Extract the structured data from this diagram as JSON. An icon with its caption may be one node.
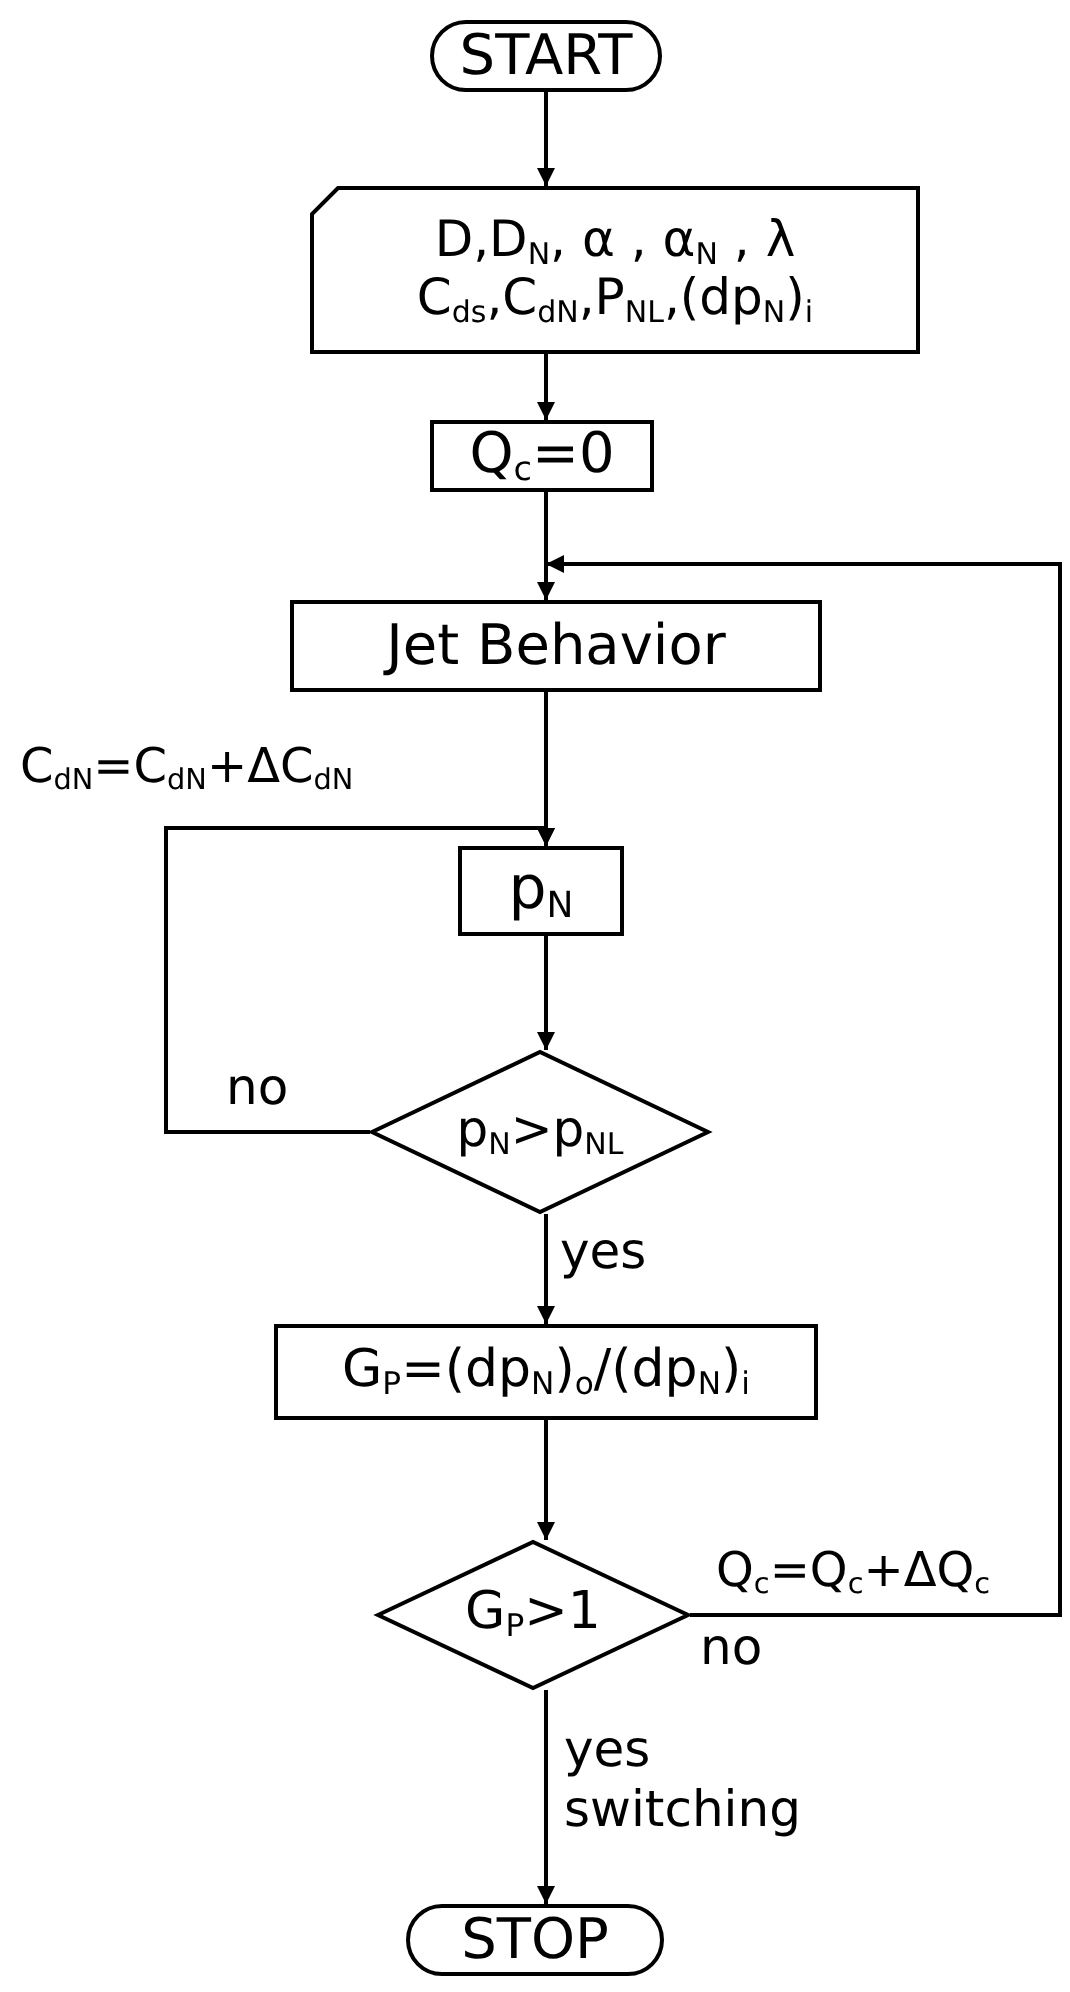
{
  "diagram": {
    "nodes": [
      {
        "text": [
          "START"
        ]
      },
      {
        "text": [
          "D,D$_{N}$, α , α$_{N}$ , λ",
          "C$_{ds}$,C$_{dN}$,P$_{NL}$,(dp$_{N}$)$_{i}$"
        ]
      },
      {
        "text": [
          "Q$_{c}$=0"
        ]
      },
      {
        "text": [
          "Jet Behavior"
        ]
      },
      {
        "text": [
          "p$_{N}$"
        ]
      },
      {
        "text": [
          "p$_{N}$>p$_{NL}$"
        ]
      },
      {
        "text": [
          "G$_{P}$=(dp$_{N}$)$_{o}$/(dp$_{N}$)$_{i}$"
        ]
      },
      {
        "text": [
          "G$_{P}$>1"
        ]
      },
      {
        "text": [
          "STOP"
        ]
      }
    ],
    "edges": [
      {
        "from": 0,
        "to": 1,
        "arrow": "to"
      },
      {
        "from": 1,
        "to": 2,
        "arrow": "to"
      },
      {
        "from": 2,
        "to": 3,
        "arrow": "to"
      },
      {
        "from": 3,
        "to": 4,
        "arrow": "to"
      },
      {
        "from": 4,
        "to": 5,
        "arrow": "to"
      },
      {
        "from": 5,
        "to": 6,
        "arrow": "to",
        "label": "yes"
      },
      {
        "from": 5,
        "to": 4,
        "arrow": "to",
        "label": "no"
      },
      {
        "from": 6,
        "to": 7,
        "arrow": "to"
      },
      {
        "from": 7,
        "to": 8,
        "arrow": "to",
        "label": "yes switching"
      },
      {
        "from": 7,
        "to": 3,
        "arrow": "to",
        "label": "no"
      }
    ],
    "labels": [
      "C$_{dN}$=C$_{dN}$+ΔC$_{dN}$",
      "Q$_{c}$=Q$_{c}$+ΔQ$_{c}$"
    ]
  }
}
